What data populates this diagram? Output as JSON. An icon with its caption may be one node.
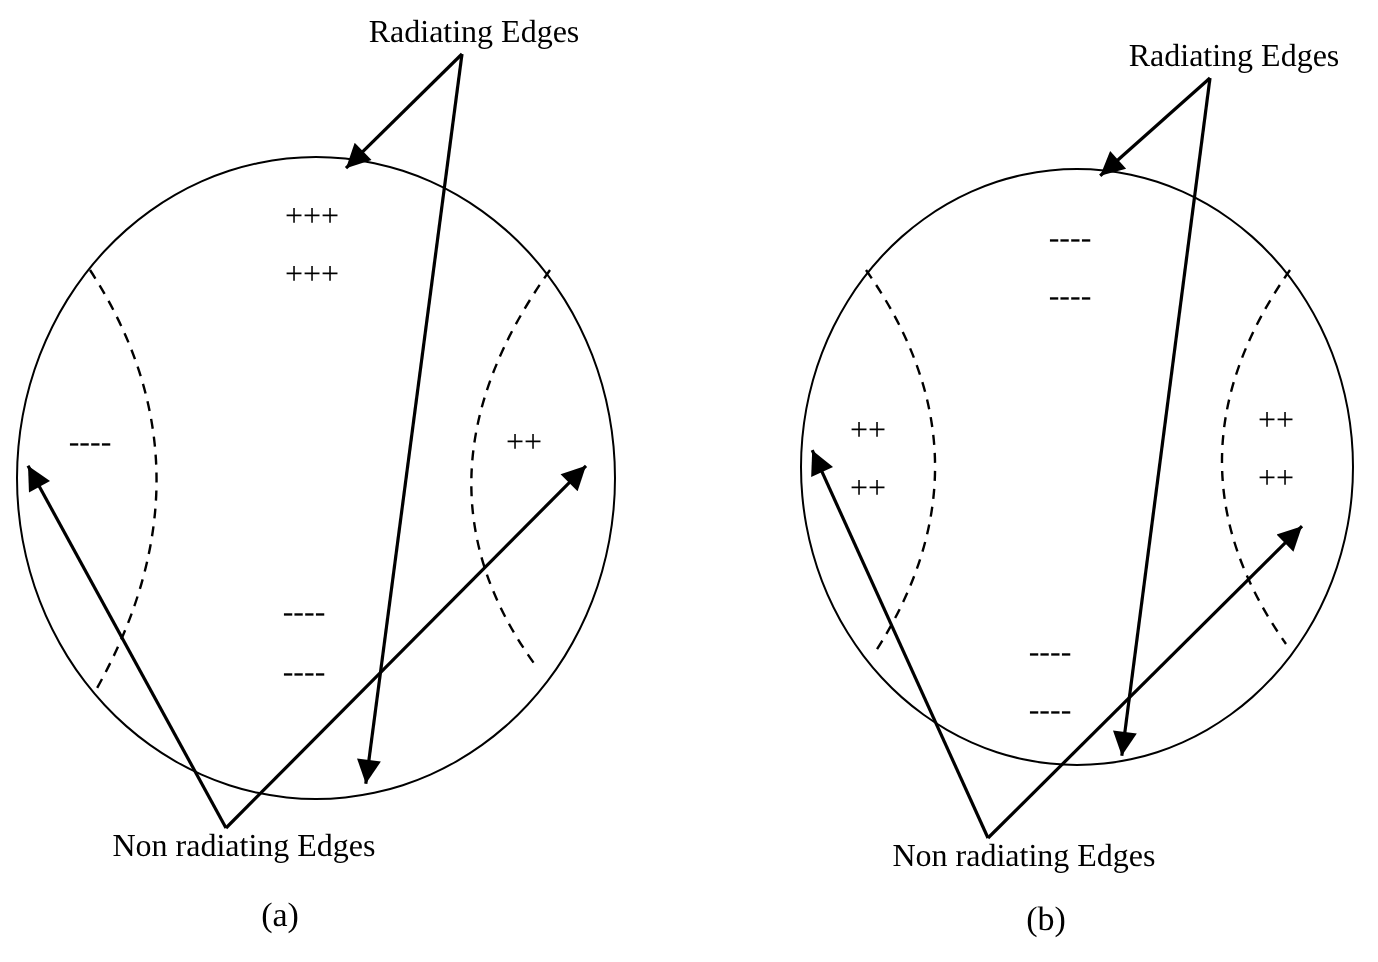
{
  "diagram": {
    "nodes": [
      {
        "text": [
          "Radiating Edges"
        ]
      },
      {
        "text": [],
        "shape": "circle"
      },
      {
        "text": [
          "Non radiating Edges"
        ]
      },
      {
        "text": [
          "Radiating Edges"
        ]
      },
      {
        "text": [],
        "shape": "circle"
      },
      {
        "text": [
          "Non radiating Edges"
        ]
      }
    ],
    "edges": [
      {
        "from": 0,
        "to": 1,
        "arrow": "to"
      },
      {
        "from": 0,
        "to": 1,
        "arrow": "to"
      },
      {
        "from": 2,
        "to": 1,
        "arrow": "to"
      },
      {
        "from": 2,
        "to": 1,
        "arrow": "to"
      },
      {
        "from": 3,
        "to": 4,
        "arrow": "to"
      },
      {
        "from": 3,
        "to": 4,
        "arrow": "to"
      },
      {
        "from": 5,
        "to": 4,
        "arrow": "to"
      },
      {
        "from": 5,
        "to": 4,
        "arrow": "to"
      }
    ],
    "labels": [
      "+++",
      "+++",
      "----",
      "++",
      "----",
      "----",
      "(a)",
      "----",
      "----",
      "++",
      "++",
      "++",
      "++",
      "----",
      "----",
      "(b)"
    ]
  }
}
